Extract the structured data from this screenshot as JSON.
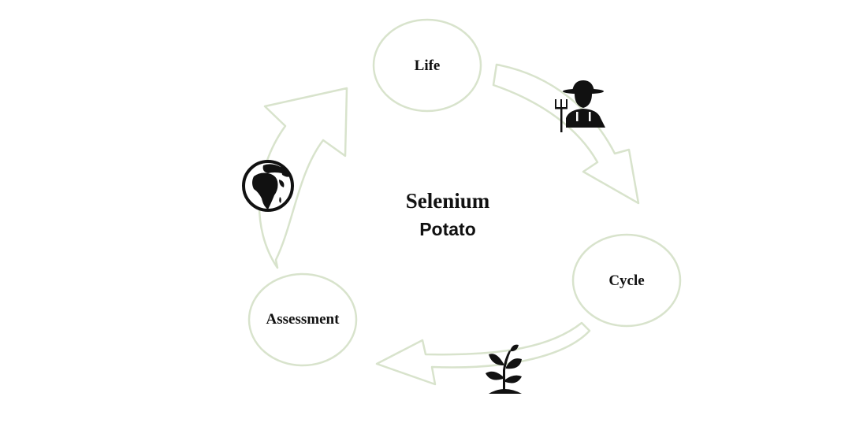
{
  "diagram": {
    "center": {
      "line1": "Selenium",
      "line2": "Potato"
    },
    "nodes": {
      "life": "Life",
      "cycle": "Cycle",
      "assessment": "Assessment"
    },
    "icons": {
      "farmer": "farmer-icon",
      "globe": "globe-icon",
      "seedling": "seedling-icon"
    },
    "colors": {
      "outline": "#d8e3cc",
      "icon": "#111111",
      "text": "#111111"
    }
  }
}
